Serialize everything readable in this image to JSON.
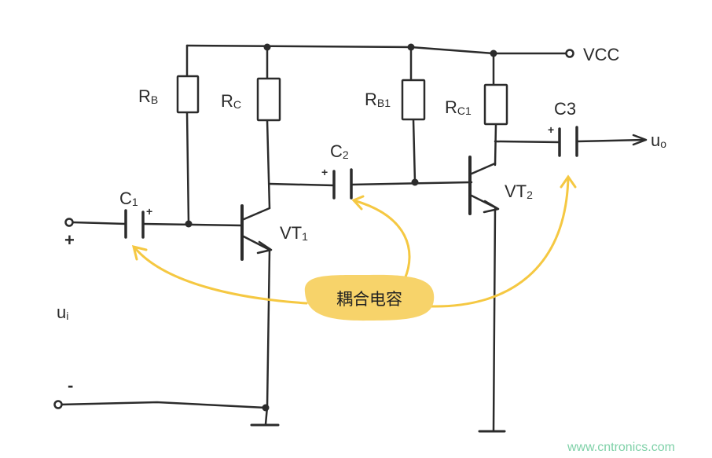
{
  "labels": {
    "rb": {
      "main": "R",
      "sub": "B"
    },
    "rc": {
      "main": "R",
      "sub": "C"
    },
    "rb1": {
      "main": "R",
      "sub": "B1"
    },
    "rc1": {
      "main": "R",
      "sub": "C1"
    },
    "c1": {
      "main": "C",
      "sub": "1"
    },
    "c2": {
      "main": "C",
      "sub": "2"
    },
    "c3": "C3",
    "vt1": {
      "main": "VT",
      "sub": "1"
    },
    "vt2": {
      "main": "VT",
      "sub": "2"
    },
    "vcc": "VCC",
    "uo": {
      "main": "u",
      "sub": "o"
    },
    "ui": {
      "main": "u",
      "sub": "i"
    },
    "plus_input": "+",
    "minus_input": "-",
    "plus_c1": "+",
    "plus_c2": "+",
    "plus_c3": "+"
  },
  "callout": {
    "text": "耦合电容",
    "color": "#f7d36a",
    "arrow_color": "#f5c842"
  },
  "watermark": "www.cntronics.com",
  "colors": {
    "wire": "#2b2b2b",
    "watermark": "#7fd1a8"
  }
}
